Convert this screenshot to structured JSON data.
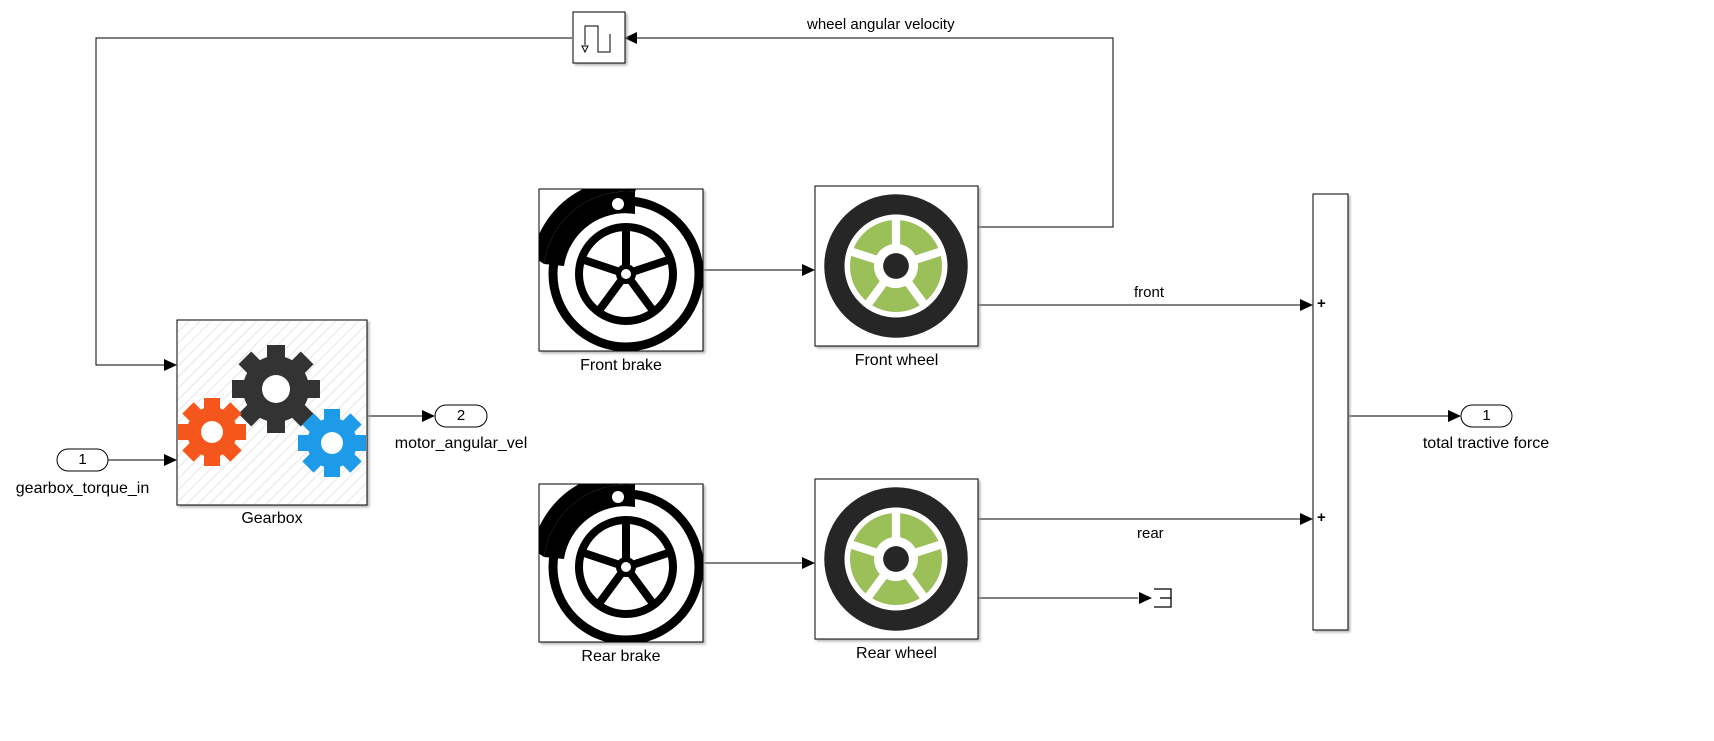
{
  "blocks": {
    "gearbox": "Gearbox",
    "front_brake": "Front brake",
    "front_wheel": "Front wheel",
    "rear_brake": "Rear brake",
    "rear_wheel": "Rear wheel"
  },
  "inports": [
    {
      "number": "1",
      "name": "gearbox_torque_in"
    }
  ],
  "outports": [
    {
      "number": "2",
      "name": "motor_angular_vel"
    },
    {
      "number": "1",
      "name": "total tractive force"
    }
  ],
  "signals": {
    "feedback": "wheel angular velocity",
    "front": "front",
    "rear": "rear"
  },
  "sum_signs": [
    "+",
    "+"
  ],
  "colors": {
    "line": "#000000",
    "gear_dark": "#333333",
    "gear_orange": "#f4561b",
    "gear_blue": "#1d9be8",
    "wheel_tire": "#262626",
    "wheel_green": "#9bbf59"
  },
  "icons": {
    "gearbox": "gears-icon",
    "brake": "disc-brake-icon",
    "wheel": "wheel-icon",
    "memory": "memory-block-icon",
    "terminator": "terminator-icon"
  }
}
